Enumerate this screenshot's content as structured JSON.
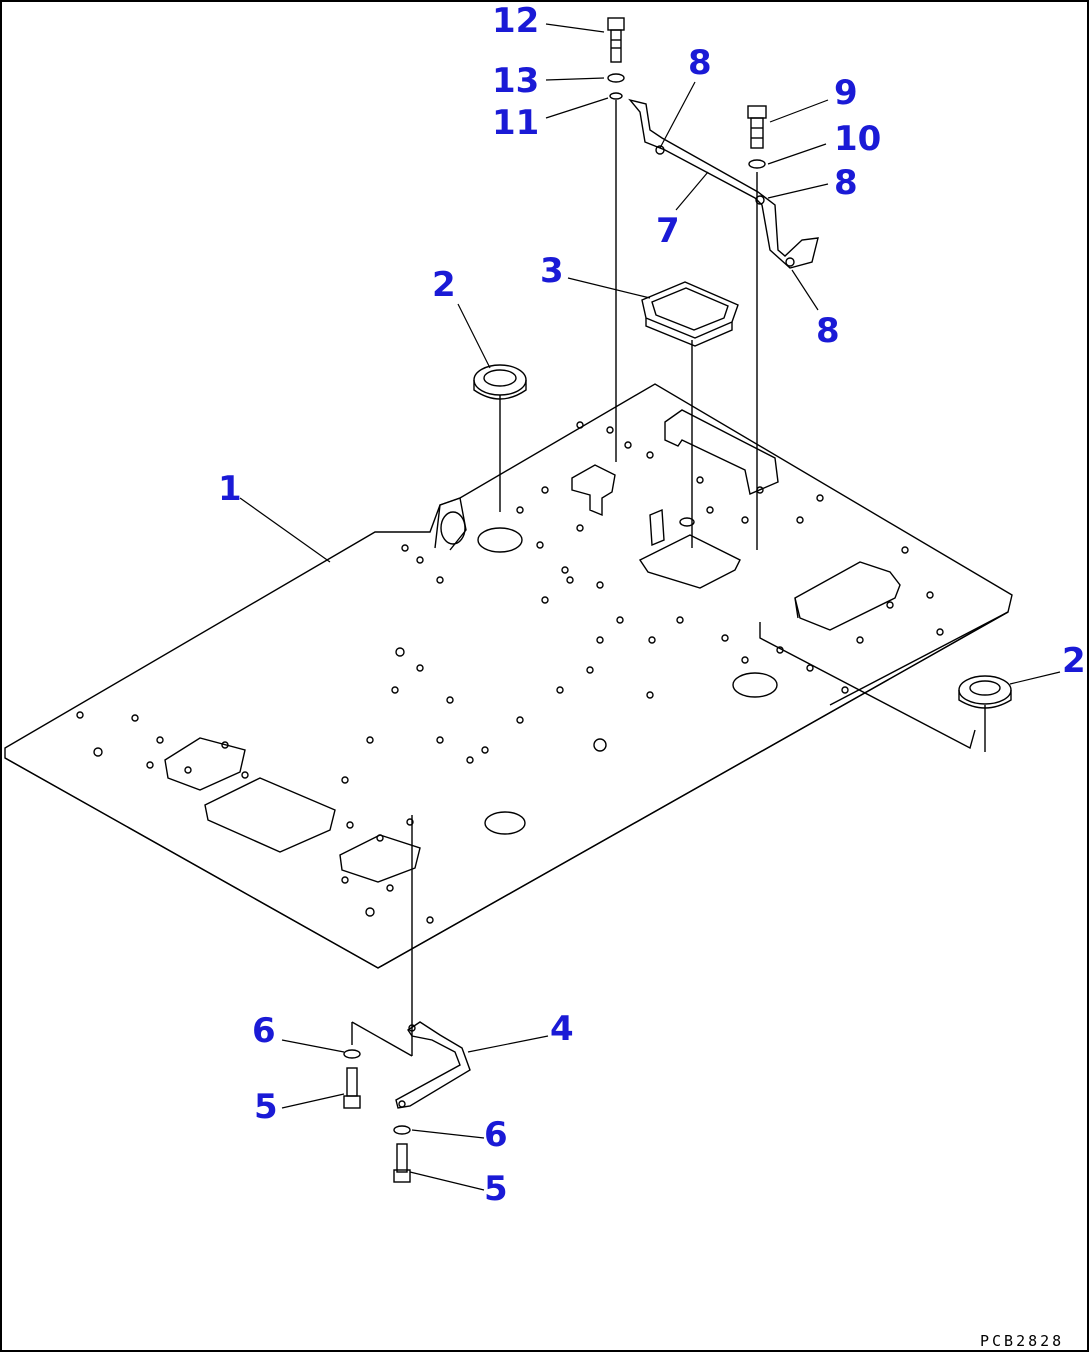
{
  "colors": {
    "label": "#1a1ad6",
    "line": "#000000",
    "background": "#ffffff"
  },
  "callouts": [
    {
      "id": "c12",
      "text": "12"
    },
    {
      "id": "c13",
      "text": "13"
    },
    {
      "id": "c11",
      "text": "11"
    },
    {
      "id": "c8a",
      "text": "8"
    },
    {
      "id": "c9",
      "text": "9"
    },
    {
      "id": "c10",
      "text": "10"
    },
    {
      "id": "c8b",
      "text": "8"
    },
    {
      "id": "c7",
      "text": "7"
    },
    {
      "id": "c3",
      "text": "3"
    },
    {
      "id": "c8c",
      "text": "8"
    },
    {
      "id": "c2a",
      "text": "2"
    },
    {
      "id": "c1",
      "text": "1"
    },
    {
      "id": "c2b",
      "text": "2"
    },
    {
      "id": "c6a",
      "text": "6"
    },
    {
      "id": "c4",
      "text": "4"
    },
    {
      "id": "c5a",
      "text": "5"
    },
    {
      "id": "c6b",
      "text": "6"
    },
    {
      "id": "c5b",
      "text": "5"
    }
  ],
  "drawing_code": "PCB2828"
}
